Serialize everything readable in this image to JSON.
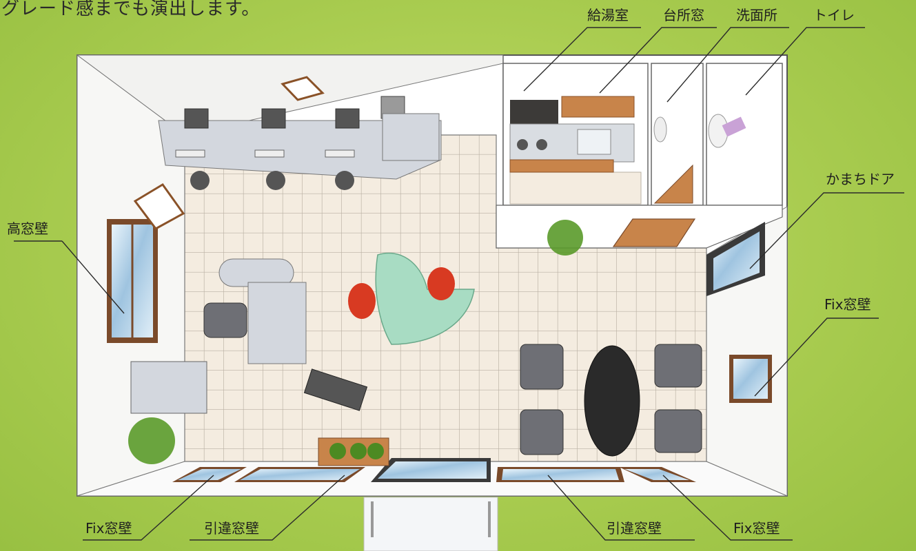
{
  "caption": "グレード感までも演出します。",
  "callouts": {
    "kyutoshitsu": "給湯室",
    "daidokoro_mado": "台所窓",
    "senmenjo": "洗面所",
    "toire": "トイレ",
    "kamachi_door": "かまちドア",
    "takamado_kabe": "高窓壁",
    "fix_mado_kabe_right": "Fix窓壁",
    "fix_mado_kabe_bottom_left": "Fix窓壁",
    "hikichigai_mado_kabe_left": "引違窓壁",
    "hikichigai_mado_kabe_right": "引違窓壁",
    "fix_mado_kabe_bottom_right": "Fix窓壁"
  },
  "colors": {
    "background": "#a9cc50",
    "wall": "#ffffff",
    "floor": "#f4ece0",
    "floor_grid": "#b9b0a3",
    "desk": "#d3d7de",
    "glass_table": "#a8dcc3",
    "chair_red": "#d83a22",
    "chair_gray": "#6e6f75",
    "wood": "#c8844a",
    "plant": "#5a9a2a",
    "window_glass": "#9fc4e0",
    "window_frame": "#7a4a2a"
  }
}
